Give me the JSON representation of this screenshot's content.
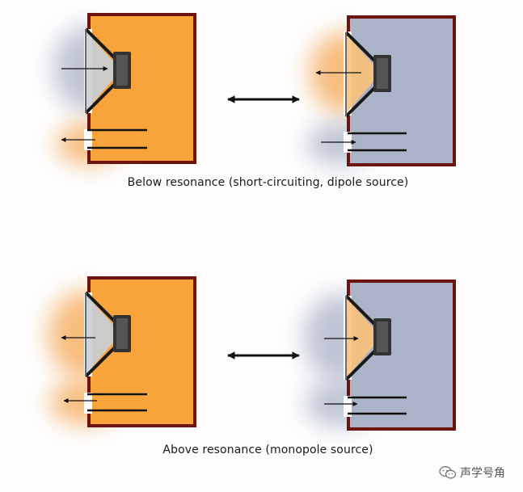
{
  "captions": {
    "top": "Below resonance (short-circuiting, dipole source)",
    "bottom": "Above resonance (monopole source)"
  },
  "watermark": {
    "text": "声学号角",
    "icon": "wechat-icon"
  },
  "colors": {
    "orange_box": "#f9a43b",
    "gray_box": "#aab3c7",
    "box_border": "#6e1410",
    "orange_glow": "#f5a24a",
    "gray_glow": "#8d97b5",
    "arrow": "#111111"
  }
}
